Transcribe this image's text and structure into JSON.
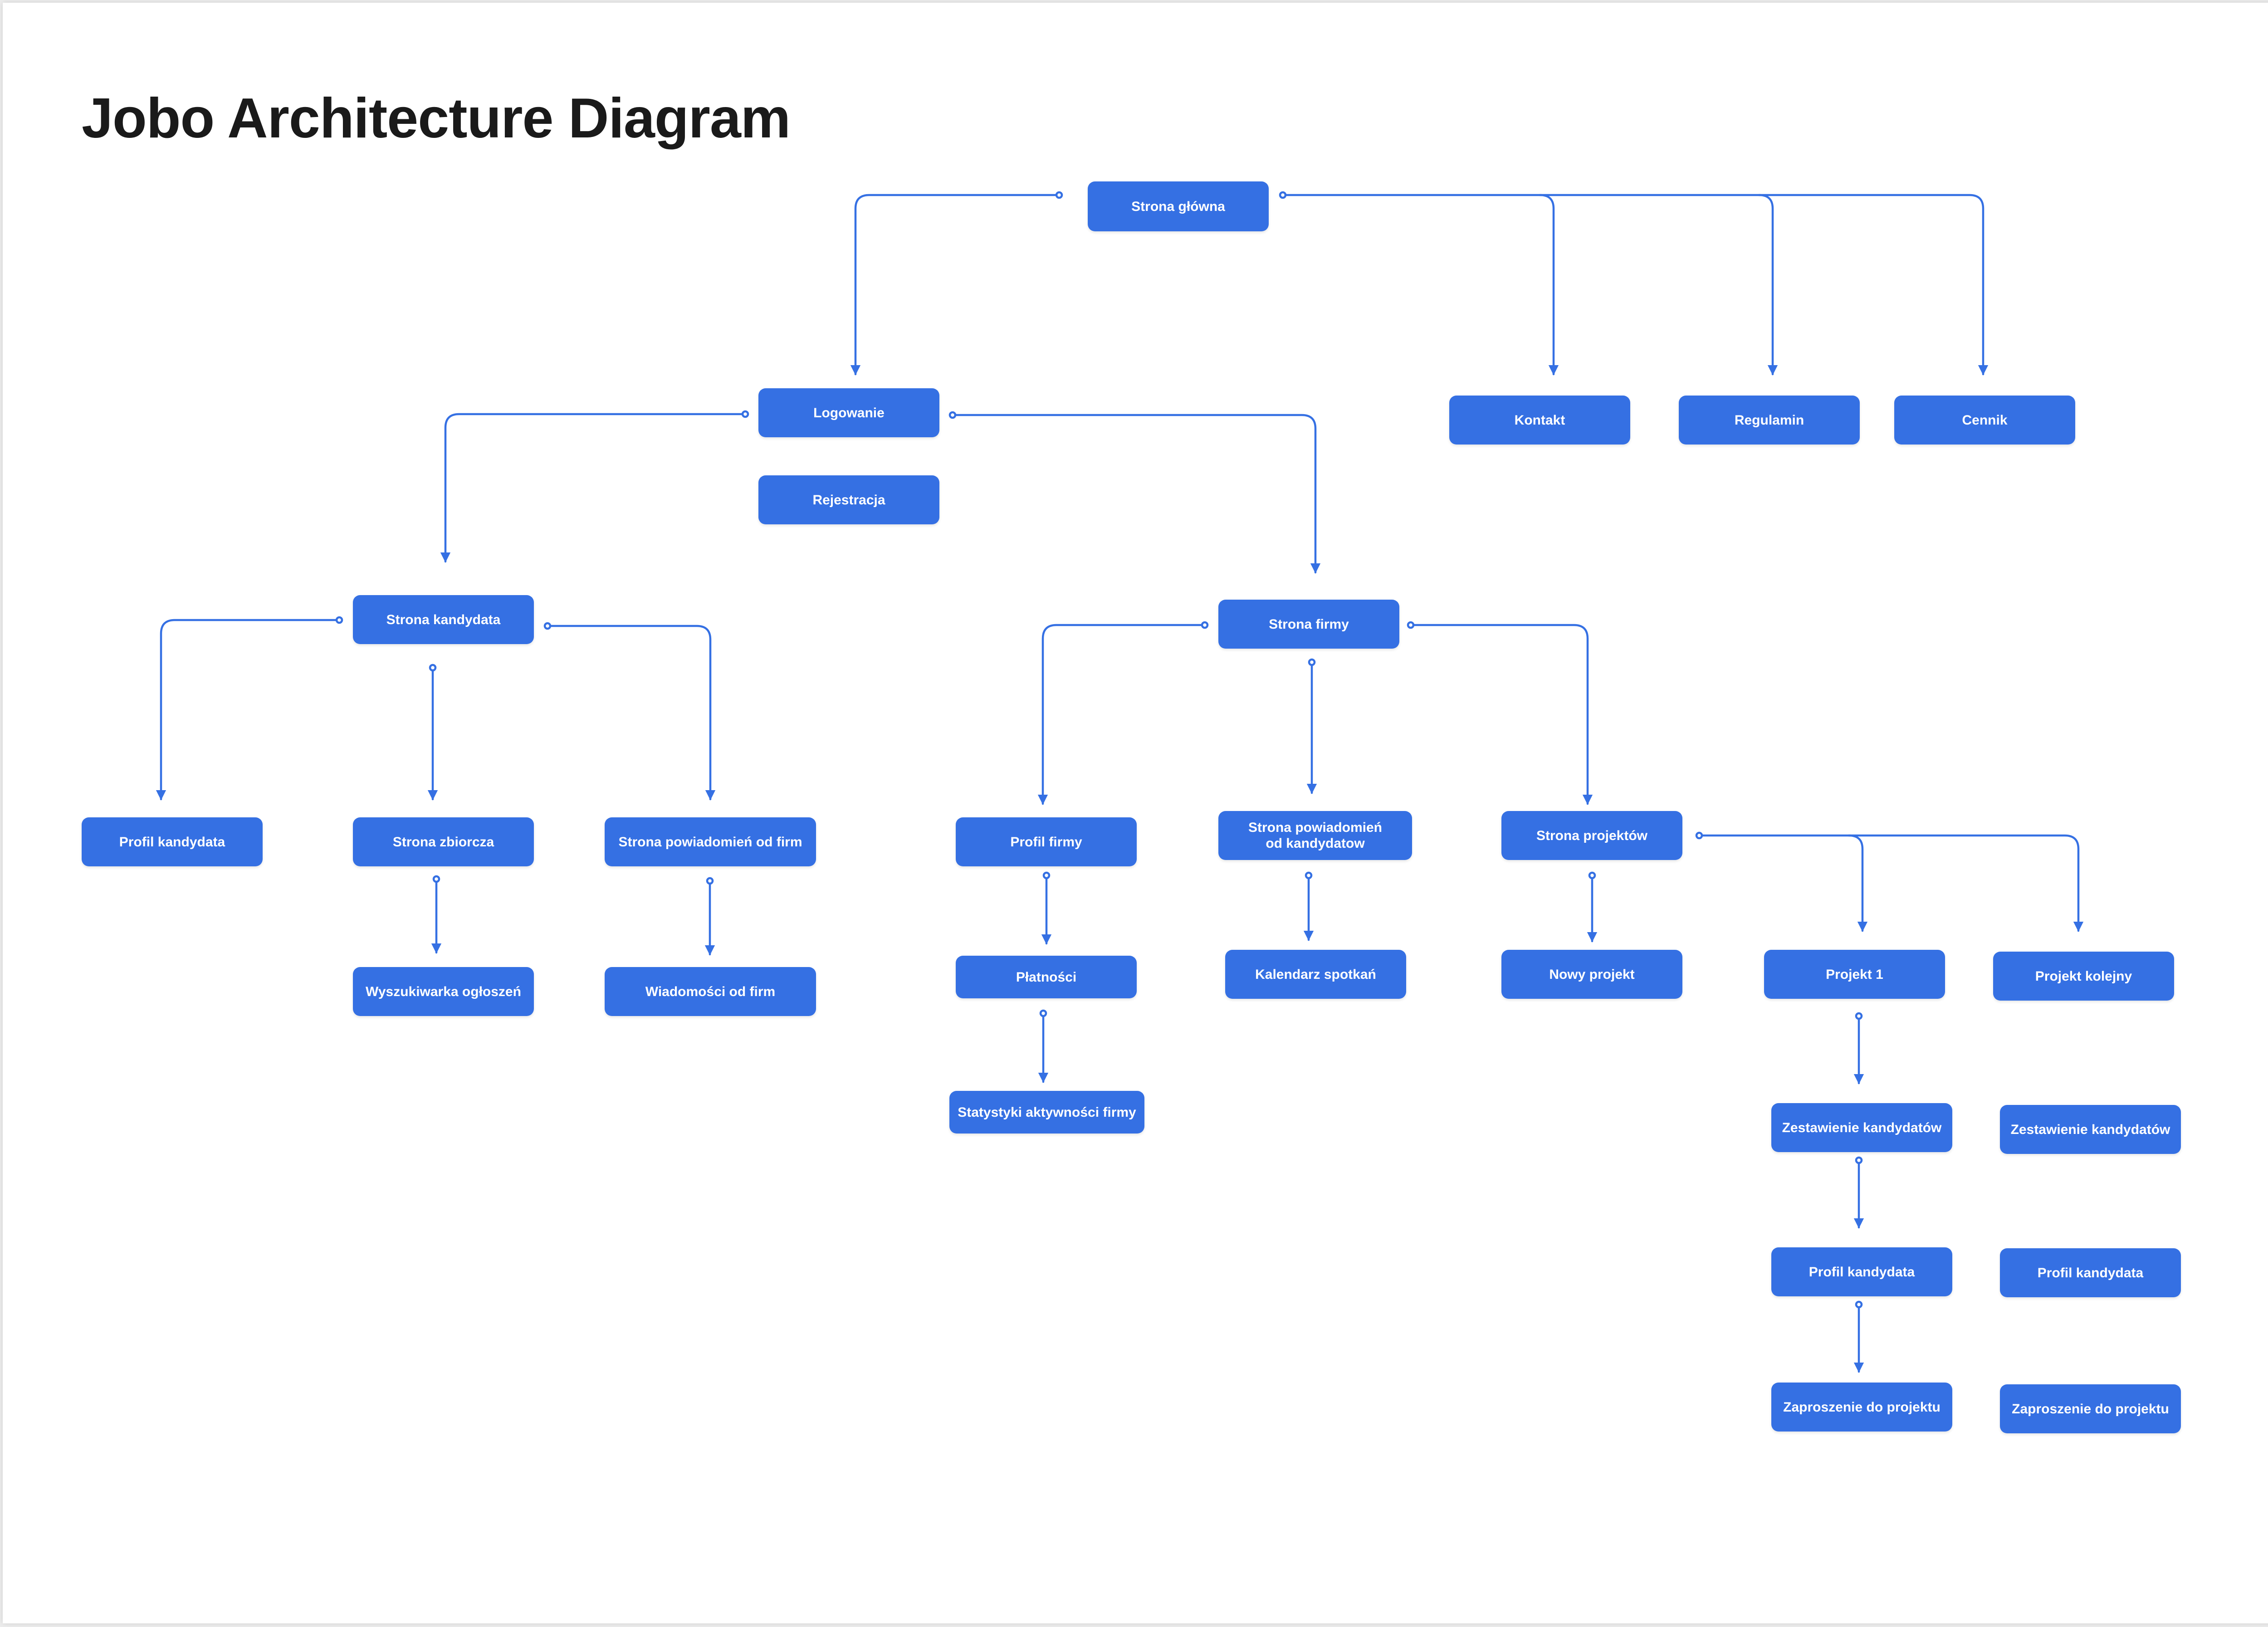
{
  "title": "Jobo Architecture Diagram",
  "colors": {
    "node_fill": "#3570e3",
    "node_text": "#ffffff",
    "connector": "#3570e3",
    "background": "#ffffff",
    "title": "#1a1a1a"
  },
  "nodes": {
    "home": "Strona główna",
    "login": "Logowanie",
    "register": "Rejestracja",
    "contact": "Kontakt",
    "terms": "Regulamin",
    "pricing": "Cennik",
    "candidate_page": "Strona kandydata",
    "company_page": "Strona firmy",
    "candidate_profile": "Profil kandydata",
    "summary_page": "Strona zbiorcza",
    "company_notifications": "Strona powiadomień od firm",
    "job_search": "Wyszukiwarka ogłoszeń",
    "company_messages": "Wiadomości od firm",
    "company_profile": "Profil firmy",
    "payments": "Płatności",
    "company_stats": "Statystyki aktywności firmy",
    "candidate_notifications": "Strona powiadomień\nod kandydatow",
    "meeting_calendar": "Kalendarz spotkań",
    "projects_page": "Strona projektów",
    "new_project": "Nowy projekt",
    "project_1": "Projekt 1",
    "project_next": "Projekt kolejny",
    "p1_candidates_summary": "Zestawienie kandydatów",
    "p1_candidate_profile": "Profil kandydata",
    "p1_project_invite": "Zaproszenie do projektu",
    "pn_candidates_summary": "Zestawienie kandydatów",
    "pn_candidate_profile": "Profil kandydata",
    "pn_project_invite": "Zaproszenie do projektu"
  }
}
